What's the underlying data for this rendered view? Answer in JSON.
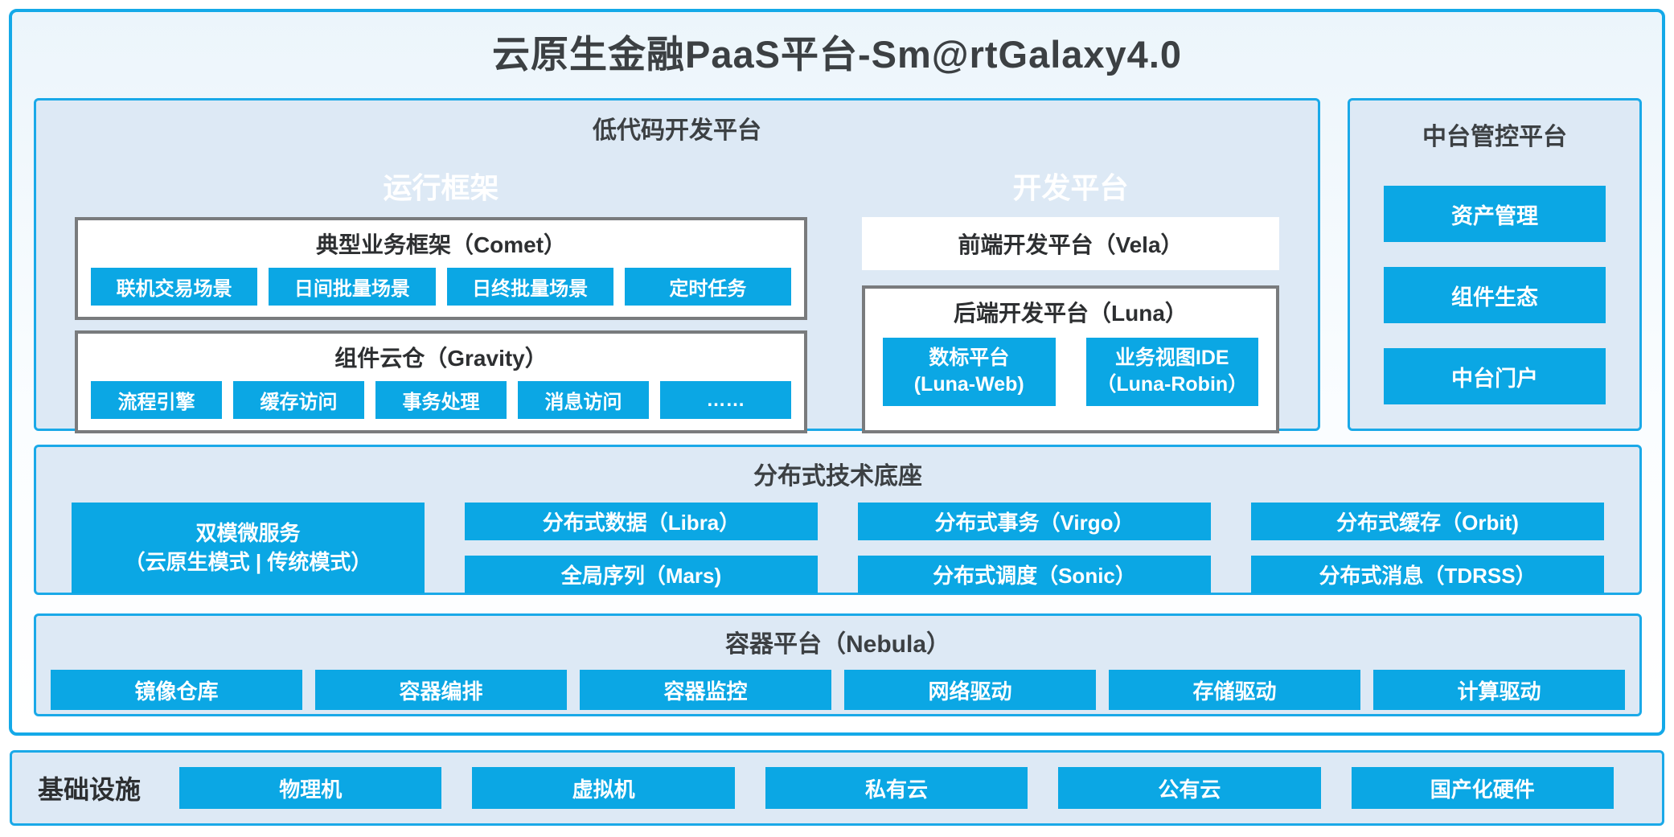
{
  "title": "云原生金融PaaS平台-Sm@rtGalaxy4.0",
  "colors": {
    "accent_blue": "#0ba7e4",
    "panel_background": "#dde9f5",
    "panel_border": "#1aa9e8",
    "group_border_gray": "#797b7d",
    "dark_text": "#3c4043",
    "white_text": "#ffffff"
  },
  "low_code": {
    "title": "低代码开发平台",
    "runtime": {
      "title": "运行框架",
      "groups": [
        {
          "title": "典型业务框架（Comet）",
          "items": [
            "联机交易场景",
            "日间批量场景",
            "日终批量场景",
            "定时任务"
          ]
        },
        {
          "title": "组件云仓（Gravity）",
          "items": [
            "流程引擎",
            "缓存访问",
            "事务处理",
            "消息访问",
            "……"
          ]
        }
      ]
    },
    "dev": {
      "title": "开发平台",
      "frontend": "前端开发平台（Vela）",
      "backend": {
        "title": "后端开发平台（Luna）",
        "items": [
          {
            "line1": "数标平台",
            "line2": "(Luna-Web)"
          },
          {
            "line1": "业务视图IDE",
            "line2": "（Luna-Robin）"
          }
        ]
      }
    }
  },
  "mid_platform": {
    "title": "中台管控平台",
    "items": [
      "资产管理",
      "组件生态",
      "中台门户"
    ]
  },
  "distributed": {
    "title": "分布式技术底座",
    "featured": {
      "line1": "双模微服务",
      "line2": "（云原生模式 | 传统模式）"
    },
    "columns": [
      [
        "分布式数据（Libra）",
        "全局序列（Mars)"
      ],
      [
        "分布式事务（Virgo）",
        "分布式调度（Sonic）"
      ],
      [
        "分布式缓存（Orbit)",
        "分布式消息（TDRSS）"
      ]
    ]
  },
  "container_platform": {
    "title": "容器平台（Nebula）",
    "items": [
      "镜像仓库",
      "容器编排",
      "容器监控",
      "网络驱动",
      "存储驱动",
      "计算驱动"
    ]
  },
  "infrastructure": {
    "label": "基础设施",
    "items": [
      "物理机",
      "虚拟机",
      "私有云",
      "公有云",
      "国产化硬件"
    ]
  }
}
